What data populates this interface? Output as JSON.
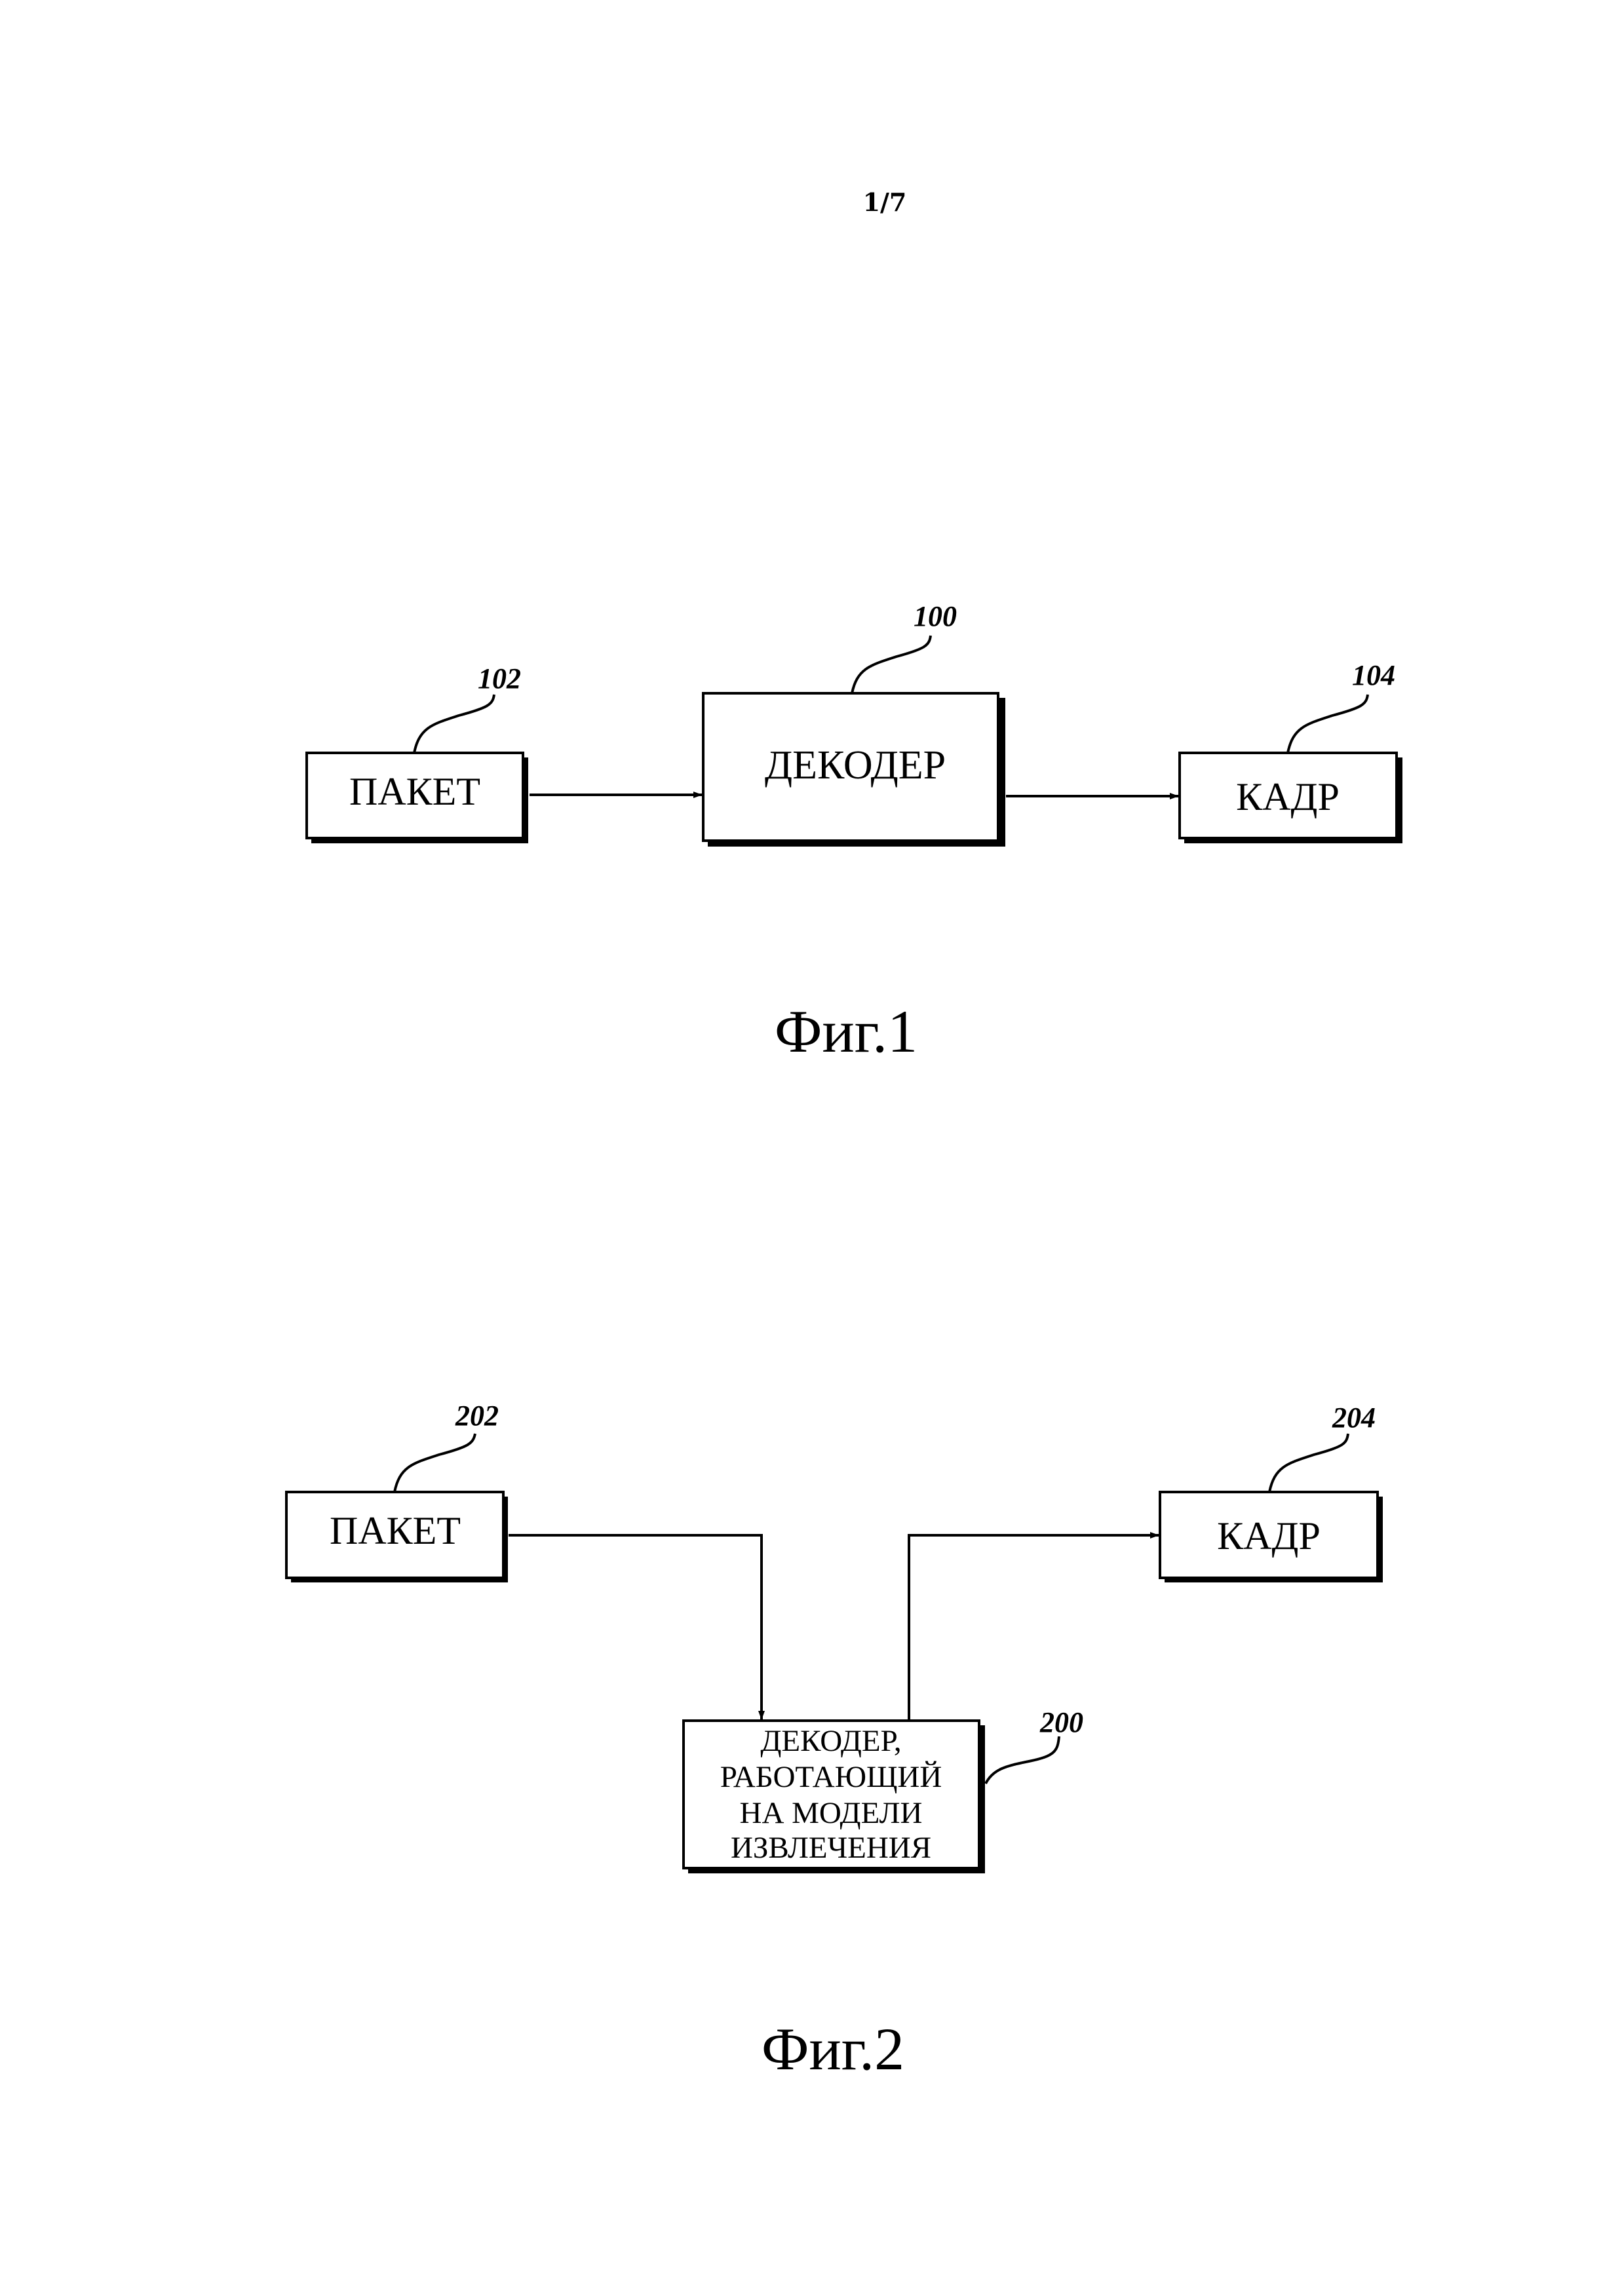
{
  "page": {
    "number": "1/7",
    "colors": {
      "ink": "#000000",
      "paper": "#ffffff"
    }
  },
  "figure1": {
    "caption": "Фиг.1",
    "blocks": [
      {
        "id": "packet",
        "label": "ПАКЕТ",
        "ref": "102"
      },
      {
        "id": "decoder",
        "label": "ДЕКОДЕР",
        "ref": "100"
      },
      {
        "id": "frame",
        "label": "КАДР",
        "ref": "104"
      }
    ],
    "connections": [
      {
        "from": "packet",
        "to": "decoder"
      },
      {
        "from": "decoder",
        "to": "frame"
      }
    ]
  },
  "figure2": {
    "caption": "Фиг.2",
    "blocks": [
      {
        "id": "packet",
        "label": "ПАКЕТ",
        "ref": "202"
      },
      {
        "id": "decoder",
        "label_lines": [
          "ДЕКОДЕР,",
          "РАБОТАЮЩИЙ",
          "НА МОДЕЛИ",
          "ИЗВЛЕЧЕНИЯ"
        ],
        "ref": "200"
      },
      {
        "id": "frame",
        "label": "КАДР",
        "ref": "204"
      }
    ],
    "connections": [
      {
        "from": "packet",
        "to": "decoder"
      },
      {
        "from": "decoder",
        "to": "frame"
      }
    ]
  }
}
